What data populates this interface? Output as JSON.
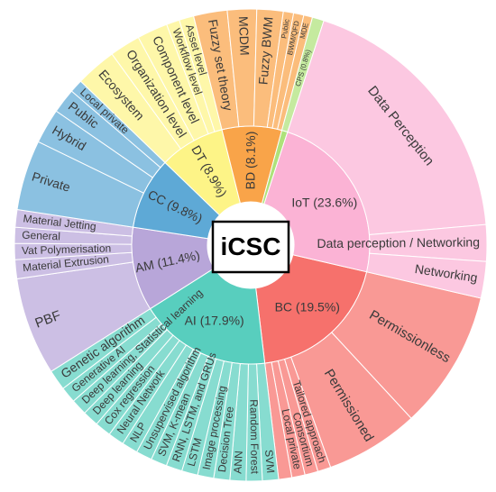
{
  "chart_data": {
    "type": "sunburst",
    "title": "",
    "center_label": "iCSC",
    "categories": [
      {
        "name": "BC (19.5%)",
        "share": 19.5,
        "color": "#f6716c",
        "children": [
          {
            "name": "Permissionless",
            "share": 9.5
          },
          {
            "name": "Permissioned",
            "share": 6.4
          },
          {
            "name": "Tailored approach",
            "share": 0.9
          },
          {
            "name": "Consortium",
            "share": 0.9
          },
          {
            "name": "Local private",
            "share": 0.9
          },
          {
            "name": "",
            "share": 0.9
          }
        ]
      },
      {
        "name": "AI (17.9%)",
        "share": 17.9,
        "color": "#58cebe",
        "children": [
          {
            "name": "SVM",
            "share": 1.1
          },
          {
            "name": "Random Forest",
            "share": 1.1
          },
          {
            "name": "ANN",
            "share": 1.1
          },
          {
            "name": "Decision Tree",
            "share": 1.1
          },
          {
            "name": "Image processing",
            "share": 1.1
          },
          {
            "name": "LSTM",
            "share": 1.1
          },
          {
            "name": "RNN, LSTM, and GRUs",
            "share": 1.1
          },
          {
            "name": "SVM, K-mean",
            "share": 1.1
          },
          {
            "name": "Unsupervised algorithm",
            "share": 1.1
          },
          {
            "name": "NLP",
            "share": 1.1
          },
          {
            "name": "Neural Network",
            "share": 1.1
          },
          {
            "name": "Cox regression",
            "share": 1.1
          },
          {
            "name": "Deep learning",
            "share": 1.1
          },
          {
            "name": "Deep learning, Statistical learning",
            "share": 1.1
          },
          {
            "name": "Generative AI",
            "share": 1.1
          },
          {
            "name": "Genetic algorithm",
            "share": 1.4
          }
        ]
      },
      {
        "name": "AM (11.4%)",
        "share": 11.4,
        "color": "#b8a6d9",
        "children": [
          {
            "name": "PBF",
            "share": 6.7
          },
          {
            "name": "Material Extrusion",
            "share": 1.3
          },
          {
            "name": "Vat Polymerisation",
            "share": 1.1
          },
          {
            "name": "General",
            "share": 1.1
          },
          {
            "name": "Material Jetting",
            "share": 1.2
          }
        ]
      },
      {
        "name": "CC (9.8%)",
        "share": 9.8,
        "color": "#5ea9d6",
        "children": [
          {
            "name": "Private",
            "share": 4.8
          },
          {
            "name": "Hybrid",
            "share": 2.4
          },
          {
            "name": "Public",
            "share": 1.7
          },
          {
            "name": "Local private",
            "share": 0.9
          }
        ]
      },
      {
        "name": "DT (8.9%)",
        "share": 8.9,
        "color": "#fdf487",
        "children": [
          {
            "name": "Ecosystem",
            "share": 2.8
          },
          {
            "name": "Organization level",
            "share": 2.1
          },
          {
            "name": "Component level",
            "share": 2.1
          },
          {
            "name": "Workflow level",
            "share": 0.9
          },
          {
            "name": "Asset level",
            "share": 1.0
          }
        ]
      },
      {
        "name": "BD (8.1%)",
        "share": 8.1,
        "color": "#f9a449",
        "children": [
          {
            "name": "Fuzzy set theory",
            "share": 2.3
          },
          {
            "name": "MCDM",
            "share": 2.0
          },
          {
            "name": "Fuzzy BWM",
            "share": 1.8
          },
          {
            "name": "Public",
            "share": 0.7
          },
          {
            "name": "BWM/QFD",
            "share": 0.7
          },
          {
            "name": "MDE",
            "share": 0.6
          }
        ]
      },
      {
        "name": "CPS (0.8%)",
        "share": 0.8,
        "color": "#aee27a",
        "children": [
          {
            "name": "",
            "share": 0.8
          }
        ]
      },
      {
        "name": "IoT (23.6%)",
        "share": 23.6,
        "color": "#fbb3d5",
        "children": [
          {
            "name": "Data Perception",
            "share": 18.6
          },
          {
            "name": "Data perception / Networking",
            "share": 2.5
          },
          {
            "name": "Networking",
            "share": 2.5
          }
        ]
      }
    ]
  }
}
